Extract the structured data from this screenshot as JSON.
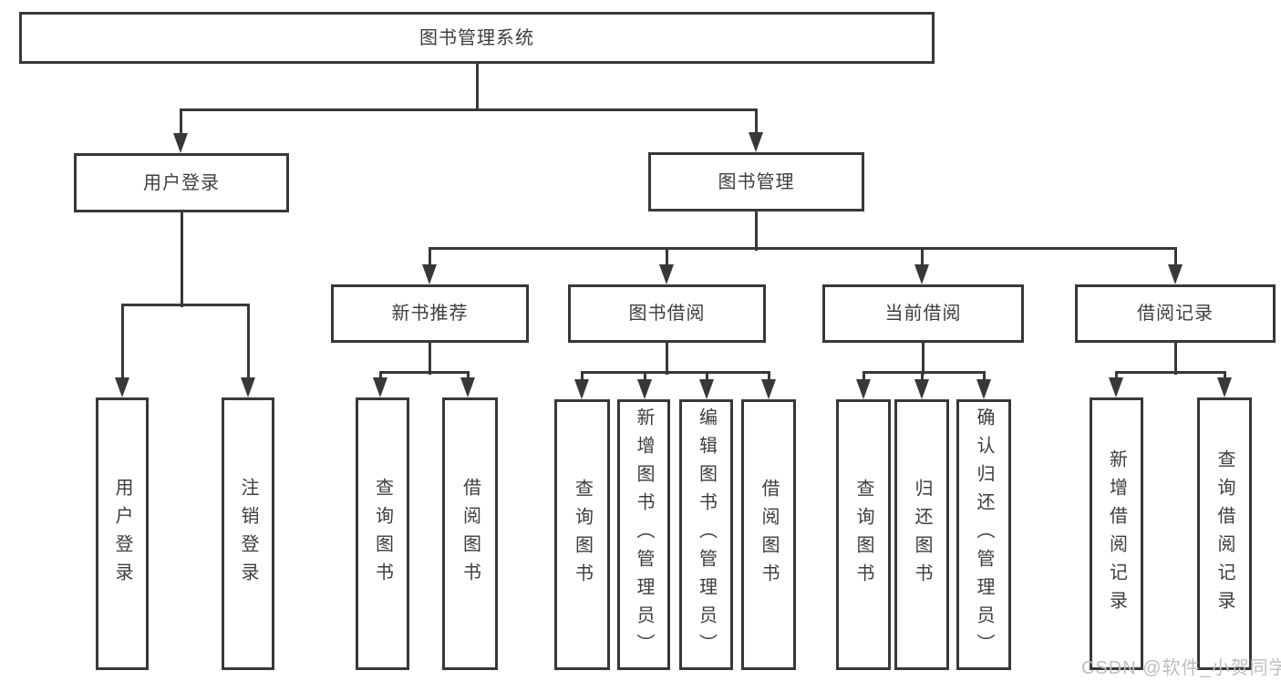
{
  "colors": {
    "line": "#383838",
    "text": "#3d3d3d",
    "watermark": "#bdbdbd",
    "canvas": "#ffffff"
  },
  "watermark": {
    "text": "CSDN @软件_小贺同学"
  },
  "tree": {
    "label": "图书管理系统",
    "children": [
      {
        "label": "用户登录",
        "children": [
          {
            "label": "用户登录"
          },
          {
            "label": "注销登录"
          }
        ]
      },
      {
        "label": "图书管理",
        "children": [
          {
            "label": "新书推荐",
            "children": [
              {
                "label": "查询图书"
              },
              {
                "label": "借阅图书"
              }
            ]
          },
          {
            "label": "图书借阅",
            "children": [
              {
                "label": "查询图书"
              },
              {
                "label": "新增图书（管理员）"
              },
              {
                "label": "编辑图书（管理员）"
              },
              {
                "label": "借阅图书"
              }
            ]
          },
          {
            "label": "当前借阅",
            "children": [
              {
                "label": "查询图书"
              },
              {
                "label": "归还图书"
              },
              {
                "label": "确认归还（管理员）"
              }
            ]
          },
          {
            "label": "借阅记录",
            "children": [
              {
                "label": "新增借阅记录"
              },
              {
                "label": "查询借阅记录"
              }
            ]
          }
        ]
      }
    ]
  }
}
